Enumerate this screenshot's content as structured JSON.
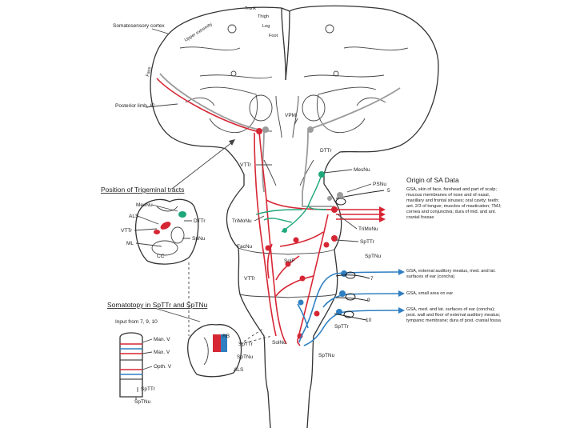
{
  "labels": {
    "trunk": "Trunk",
    "thigh": "Thigh",
    "leg": "Leg",
    "foot": "Foot",
    "upper_extremity": "Upper extremity",
    "somatosensory_cortex": "Somatosensory cortex",
    "face": "Face",
    "posterior_limb_ic": "Posterior limb, IC",
    "vpm": "VPM",
    "dttr_top": "DTTr",
    "vttr_top": "VTTr",
    "mesnu": "MesNu",
    "psnu": "PSNu",
    "trimonu_left": "TriMoNu",
    "trimonu_right": "TriMoNu",
    "facnu": "FacNu",
    "spttr_right": "SpTTr",
    "sptnu_right": "SpTNu",
    "sol_f": "SolF",
    "vttr_mid": "VTTr",
    "sol_nu": "SolNu",
    "spttr_bottom": "SpTTr",
    "sptnu_bottom": "SpTNu",
    "num_5": "5",
    "num_7": "7",
    "num_9": "9",
    "num_10": "10"
  },
  "origin": {
    "heading": "Origin of SA Data",
    "gsa1": "GSA, skin of face, forehead and part of scalp; mucous membranes of nose and of nasal, maxillary and frontal sinuses; oral cavity; teeth; ant. 2/3 of tongue; muscles of mastication; TMJ; cornea and conjunctiva; dura of mid. and ant. cranial fossae",
    "gsa2": "GSA, external auditory meatus, med. and lat. surfaces of ear (concha)",
    "gsa3": "GSA, small area on ear",
    "gsa4": "GSA, med. and lat. surfaces of ear (concha); post. wall and floor of external auditory meatus; tympanic membrane; dura of post. cranial fossa"
  },
  "inset_position": {
    "title": "Position of Trigeminal tracts",
    "mesnu": "MesNu",
    "als": "ALS",
    "vttr": "VTTr",
    "ml": "ML",
    "dttr": "DTTr",
    "spnu": "SpNu",
    "cc": "CC"
  },
  "inset_somatotopy": {
    "title": "Somatotopy in SpTTr and SpTNu",
    "input": "Input from 7, 9, 10",
    "man": "Man. V",
    "max": "Max. V",
    "opth": "Opth. V",
    "spttr1": "SpTTr",
    "sptnu1": "SpTNu",
    "rb": "RB",
    "spttr2": "SpTTr",
    "sptnu2": "SpTNu",
    "als": "ALS"
  },
  "colors": {
    "red": "#d62634",
    "gray": "#9c9c9c",
    "green": "#1fa77c",
    "blue": "#2f7fc2"
  }
}
